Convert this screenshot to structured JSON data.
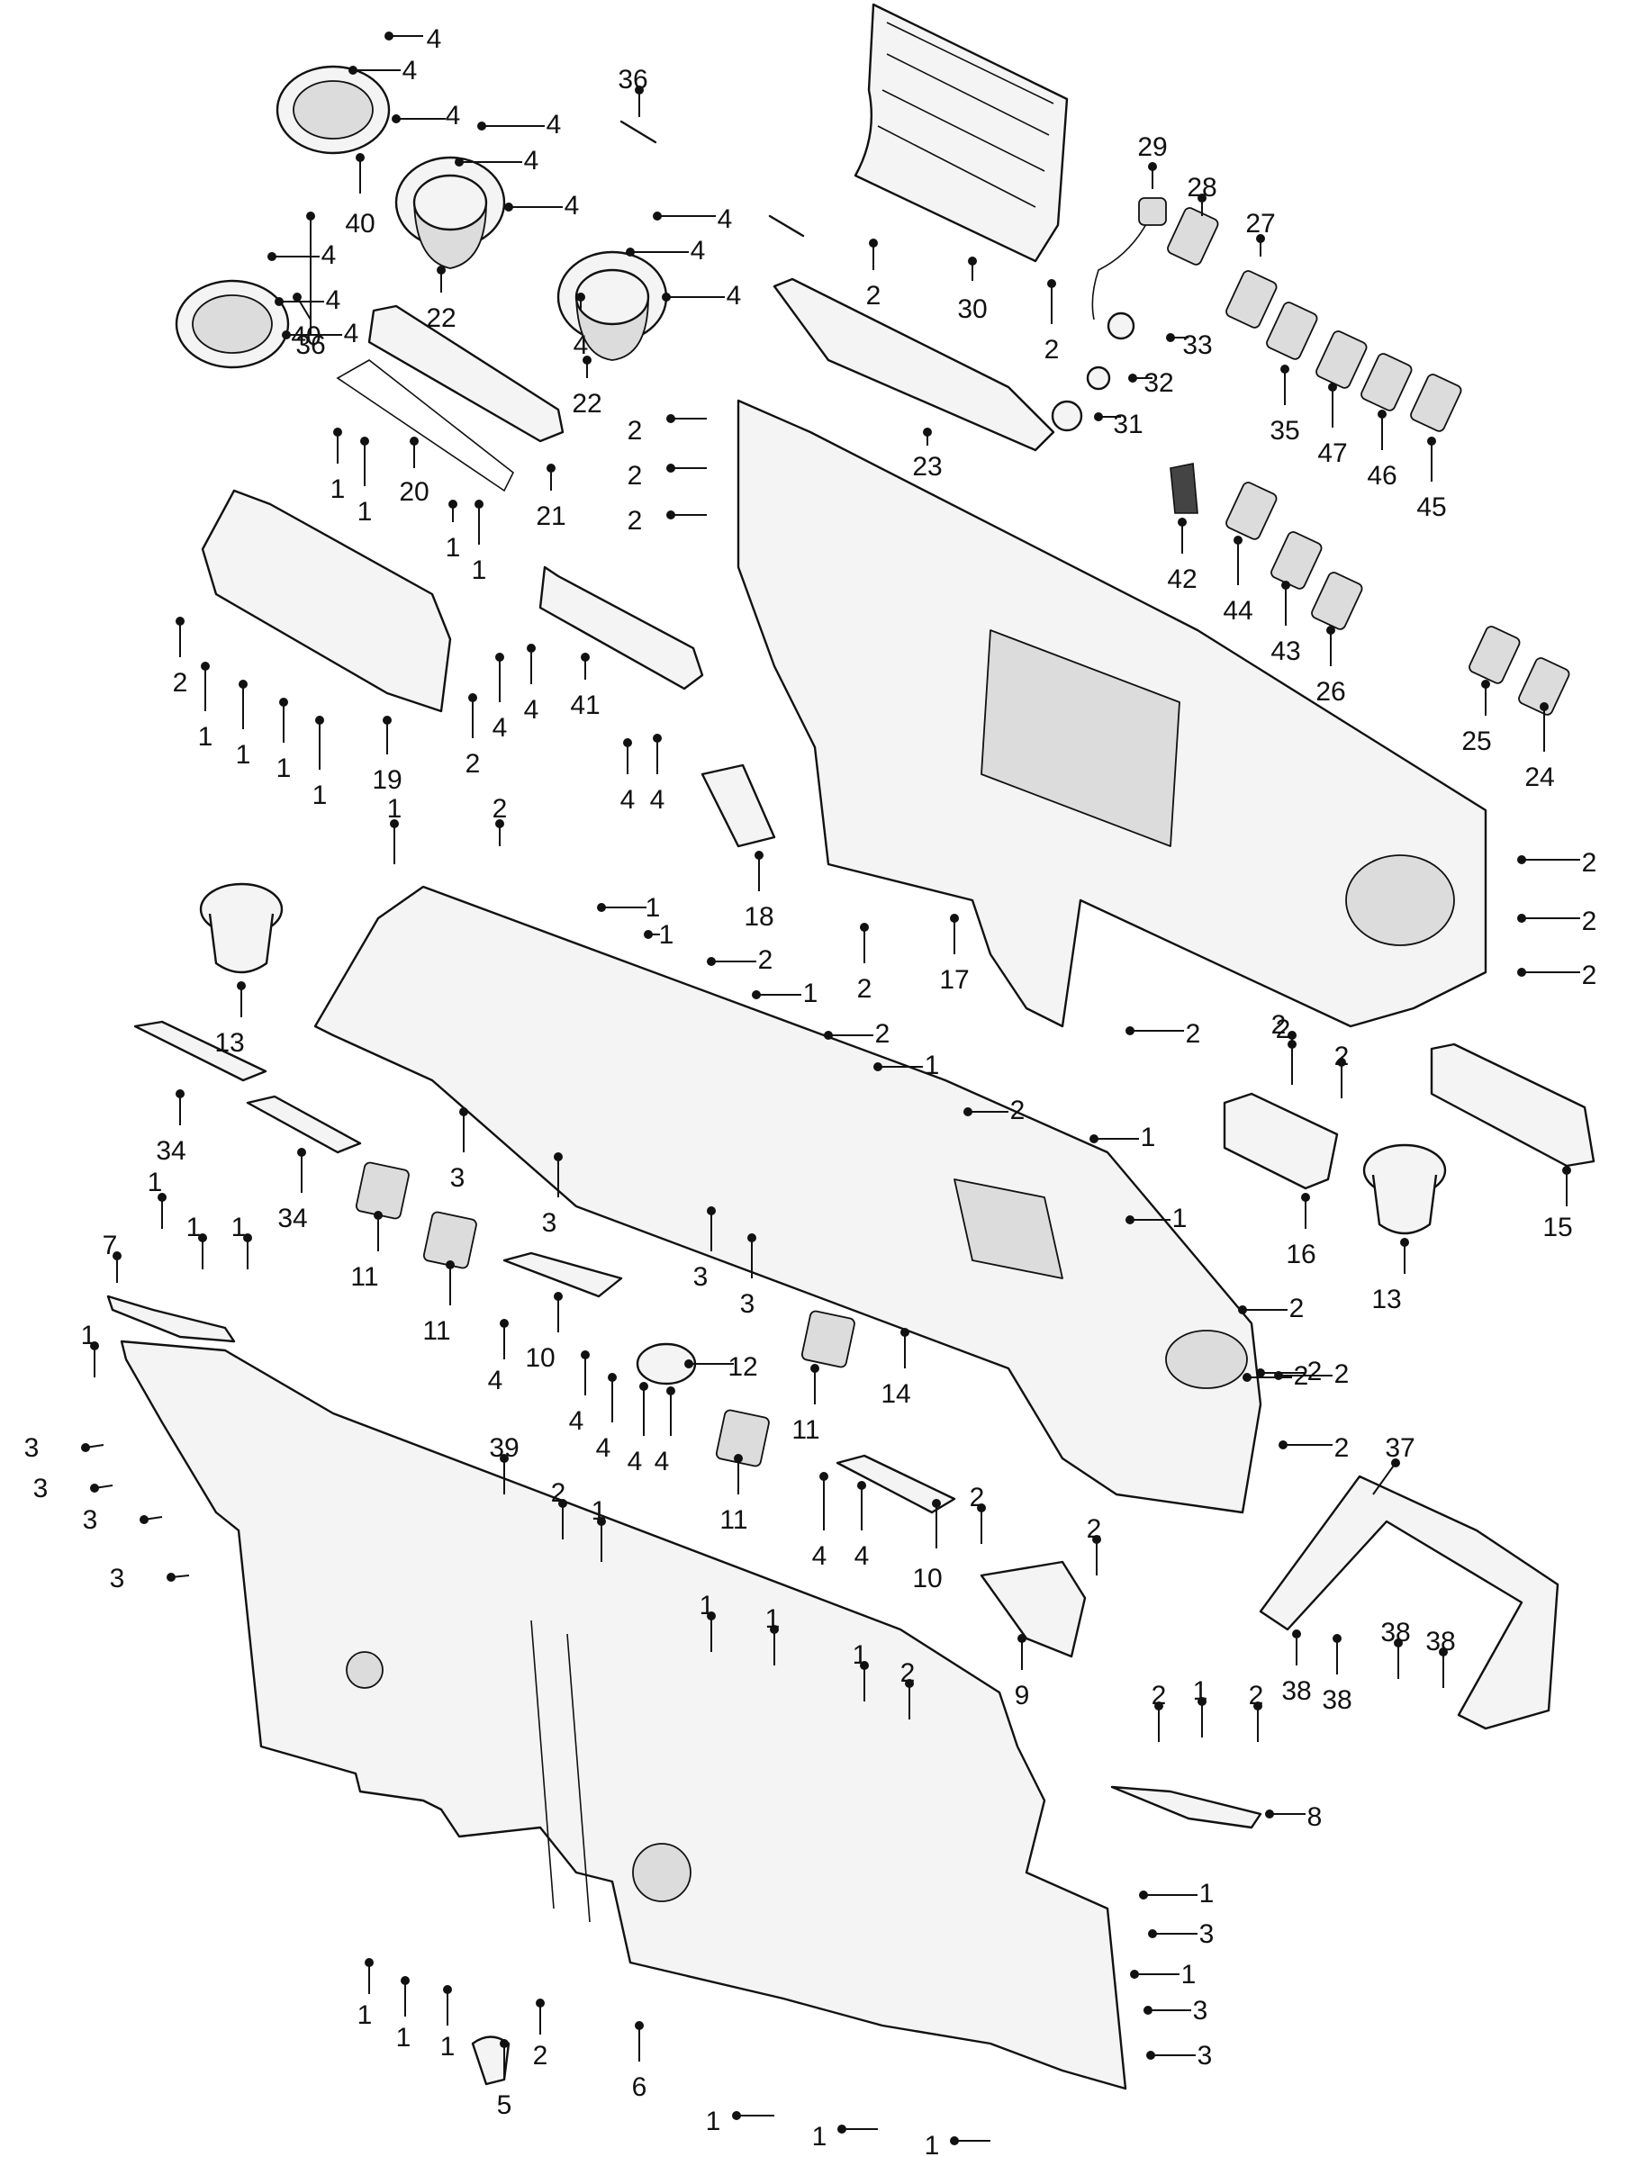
{
  "callouts": [
    {
      "id": "c1",
      "label": "4"
    },
    {
      "id": "c2",
      "label": "4"
    },
    {
      "id": "c3",
      "label": "4"
    },
    {
      "id": "c4",
      "label": "40"
    },
    {
      "id": "c5",
      "label": "36"
    },
    {
      "id": "c6",
      "label": "4"
    },
    {
      "id": "c7",
      "label": "4"
    },
    {
      "id": "c8",
      "label": "4"
    },
    {
      "id": "c9",
      "label": "22"
    },
    {
      "id": "c10",
      "label": "4"
    },
    {
      "id": "c11",
      "label": "4"
    },
    {
      "id": "c12",
      "label": "4"
    },
    {
      "id": "c13",
      "label": "4"
    },
    {
      "id": "c14",
      "label": "40"
    },
    {
      "id": "c15",
      "label": "36"
    },
    {
      "id": "c16",
      "label": "4"
    },
    {
      "id": "c17",
      "label": "4"
    },
    {
      "id": "c18",
      "label": "4"
    },
    {
      "id": "c19",
      "label": "22"
    },
    {
      "id": "c20",
      "label": "2"
    },
    {
      "id": "c21",
      "label": "30"
    },
    {
      "id": "c22",
      "label": "2"
    },
    {
      "id": "c23",
      "label": "29"
    },
    {
      "id": "c24",
      "label": "28"
    },
    {
      "id": "c25",
      "label": "27"
    },
    {
      "id": "c26",
      "label": "33"
    },
    {
      "id": "c27",
      "label": "32"
    },
    {
      "id": "c28",
      "label": "31"
    },
    {
      "id": "c29",
      "label": "35"
    },
    {
      "id": "c30",
      "label": "47"
    },
    {
      "id": "c31",
      "label": "46"
    },
    {
      "id": "c32",
      "label": "45"
    },
    {
      "id": "c33",
      "label": "23"
    },
    {
      "id": "c34",
      "label": "1"
    },
    {
      "id": "c35",
      "label": "1"
    },
    {
      "id": "c36",
      "label": "20"
    },
    {
      "id": "c37",
      "label": "1"
    },
    {
      "id": "c38",
      "label": "1"
    },
    {
      "id": "c39",
      "label": "21"
    },
    {
      "id": "c40",
      "label": "2"
    },
    {
      "id": "c41",
      "label": "2"
    },
    {
      "id": "c42",
      "label": "2"
    },
    {
      "id": "c43",
      "label": "42"
    },
    {
      "id": "c44",
      "label": "44"
    },
    {
      "id": "c45",
      "label": "43"
    },
    {
      "id": "c46",
      "label": "26"
    },
    {
      "id": "c47",
      "label": "25"
    },
    {
      "id": "c48",
      "label": "24"
    },
    {
      "id": "c49",
      "label": "2"
    },
    {
      "id": "c50",
      "label": "1"
    },
    {
      "id": "c51",
      "label": "1"
    },
    {
      "id": "c52",
      "label": "1"
    },
    {
      "id": "c53",
      "label": "1"
    },
    {
      "id": "c54",
      "label": "19"
    },
    {
      "id": "c55",
      "label": "2"
    },
    {
      "id": "c56",
      "label": "4"
    },
    {
      "id": "c57",
      "label": "4"
    },
    {
      "id": "c58",
      "label": "41"
    },
    {
      "id": "c59",
      "label": "4"
    },
    {
      "id": "c60",
      "label": "4"
    },
    {
      "id": "c61",
      "label": "18"
    },
    {
      "id": "c62",
      "label": "2"
    },
    {
      "id": "c63",
      "label": "17"
    },
    {
      "id": "c64",
      "label": "2"
    },
    {
      "id": "c65",
      "label": "2"
    },
    {
      "id": "c66",
      "label": "2"
    },
    {
      "id": "c67",
      "label": "2"
    },
    {
      "id": "c68",
      "label": "2"
    },
    {
      "id": "c69",
      "label": "1"
    },
    {
      "id": "c70",
      "label": "2"
    },
    {
      "id": "c71",
      "label": "1"
    },
    {
      "id": "c72",
      "label": "1"
    },
    {
      "id": "c73",
      "label": "2"
    },
    {
      "id": "c74",
      "label": "1"
    },
    {
      "id": "c75",
      "label": "2"
    },
    {
      "id": "c76",
      "label": "1"
    },
    {
      "id": "c77",
      "label": "2"
    },
    {
      "id": "c78",
      "label": "1"
    },
    {
      "id": "c79",
      "label": "13"
    },
    {
      "id": "c80",
      "label": "34"
    },
    {
      "id": "c81",
      "label": "3"
    },
    {
      "id": "c82",
      "label": "3"
    },
    {
      "id": "c83",
      "label": "34"
    },
    {
      "id": "c84",
      "label": "11"
    },
    {
      "id": "c85",
      "label": "11"
    },
    {
      "id": "c86",
      "label": "3"
    },
    {
      "id": "c87",
      "label": "3"
    },
    {
      "id": "c88",
      "label": "2"
    },
    {
      "id": "c89",
      "label": "2"
    },
    {
      "id": "c90",
      "label": "16"
    },
    {
      "id": "c91",
      "label": "13"
    },
    {
      "id": "c92",
      "label": "15"
    },
    {
      "id": "c93",
      "label": "1"
    },
    {
      "id": "c94",
      "label": "2"
    },
    {
      "id": "c95",
      "label": "2"
    },
    {
      "id": "c96",
      "label": "7"
    },
    {
      "id": "c97",
      "label": "1"
    },
    {
      "id": "c98",
      "label": "1"
    },
    {
      "id": "c99",
      "label": "1"
    },
    {
      "id": "c100",
      "label": "1"
    },
    {
      "id": "c101",
      "label": "4"
    },
    {
      "id": "c102",
      "label": "10"
    },
    {
      "id": "c103",
      "label": "4"
    },
    {
      "id": "c104",
      "label": "12"
    },
    {
      "id": "c105",
      "label": "4"
    },
    {
      "id": "c106",
      "label": "4"
    },
    {
      "id": "c107",
      "label": "4"
    },
    {
      "id": "c108",
      "label": "11"
    },
    {
      "id": "c109",
      "label": "14"
    },
    {
      "id": "c110",
      "label": "2"
    },
    {
      "id": "c111",
      "label": "2"
    },
    {
      "id": "c112",
      "label": "2"
    },
    {
      "id": "c113",
      "label": "37"
    },
    {
      "id": "c114",
      "label": "3"
    },
    {
      "id": "c115",
      "label": "3"
    },
    {
      "id": "c116",
      "label": "3"
    },
    {
      "id": "c117",
      "label": "3"
    },
    {
      "id": "c118",
      "label": "39"
    },
    {
      "id": "c119",
      "label": "2"
    },
    {
      "id": "c120",
      "label": "1"
    },
    {
      "id": "c121",
      "label": "11"
    },
    {
      "id": "c122",
      "label": "4"
    },
    {
      "id": "c123",
      "label": "4"
    },
    {
      "id": "c124",
      "label": "10"
    },
    {
      "id": "c125",
      "label": "2"
    },
    {
      "id": "c126",
      "label": "2"
    },
    {
      "id": "c127",
      "label": "9"
    },
    {
      "id": "c128",
      "label": "38"
    },
    {
      "id": "c129",
      "label": "38"
    },
    {
      "id": "c130",
      "label": "38"
    },
    {
      "id": "c131",
      "label": "38"
    },
    {
      "id": "c132",
      "label": "1"
    },
    {
      "id": "c133",
      "label": "1"
    },
    {
      "id": "c134",
      "label": "1"
    },
    {
      "id": "c135",
      "label": "2"
    },
    {
      "id": "c136",
      "label": "2"
    },
    {
      "id": "c137",
      "label": "1"
    },
    {
      "id": "c138",
      "label": "2"
    },
    {
      "id": "c139",
      "label": "8"
    },
    {
      "id": "c140",
      "label": "1"
    },
    {
      "id": "c141",
      "label": "3"
    },
    {
      "id": "c142",
      "label": "1"
    },
    {
      "id": "c143",
      "label": "3"
    },
    {
      "id": "c144",
      "label": "3"
    },
    {
      "id": "c145",
      "label": "1"
    },
    {
      "id": "c146",
      "label": "1"
    },
    {
      "id": "c147",
      "label": "1"
    },
    {
      "id": "c148",
      "label": "2"
    },
    {
      "id": "c149",
      "label": "5"
    },
    {
      "id": "c150",
      "label": "6"
    },
    {
      "id": "c151",
      "label": "1"
    },
    {
      "id": "c152",
      "label": "1"
    },
    {
      "id": "c153",
      "label": "1"
    }
  ]
}
